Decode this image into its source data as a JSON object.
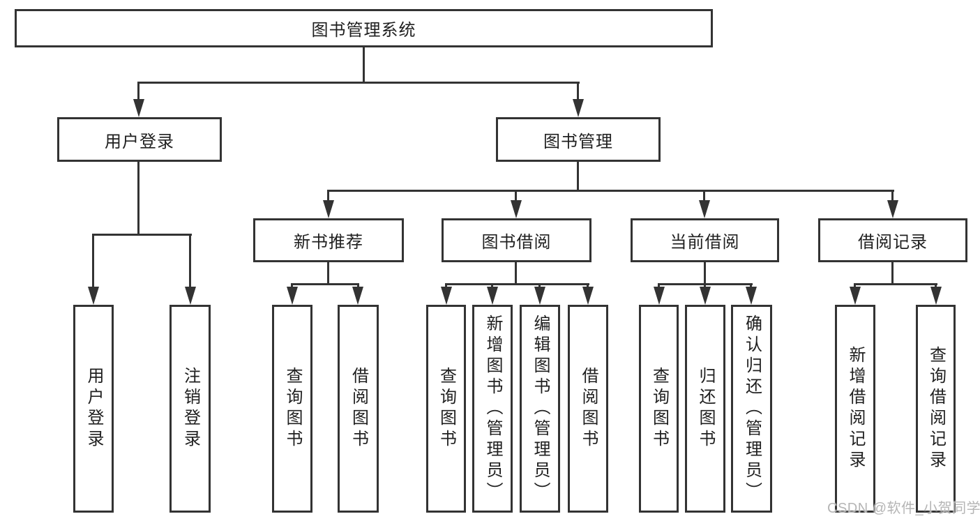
{
  "diagram": {
    "title": "图书管理系统",
    "branches": [
      {
        "label": "用户登录",
        "leaves": [
          "用户登录",
          "注销登录"
        ]
      },
      {
        "label": "图书管理",
        "sections": [
          {
            "label": "新书推荐",
            "leaves": [
              "查询图书",
              "借阅图书"
            ]
          },
          {
            "label": "图书借阅",
            "leaves": [
              "查询图书",
              "新增图书（管理员）",
              "编辑图书（管理员）",
              "借阅图书"
            ]
          },
          {
            "label": "当前借阅",
            "leaves": [
              "查询图书",
              "归还图书",
              "确认归还（管理员）"
            ]
          },
          {
            "label": "借阅记录",
            "leaves": [
              "新增借阅记录",
              "查询借阅记录"
            ]
          }
        ]
      }
    ]
  },
  "watermark": {
    "text": "CSDN @软件_小贺同学"
  },
  "colors": {
    "line": "#333333",
    "box_border": "#333333",
    "box_fill": "#ffffff",
    "text": "#1f1f1f",
    "background": "#ffffff",
    "watermark": "#b5b5b5"
  }
}
